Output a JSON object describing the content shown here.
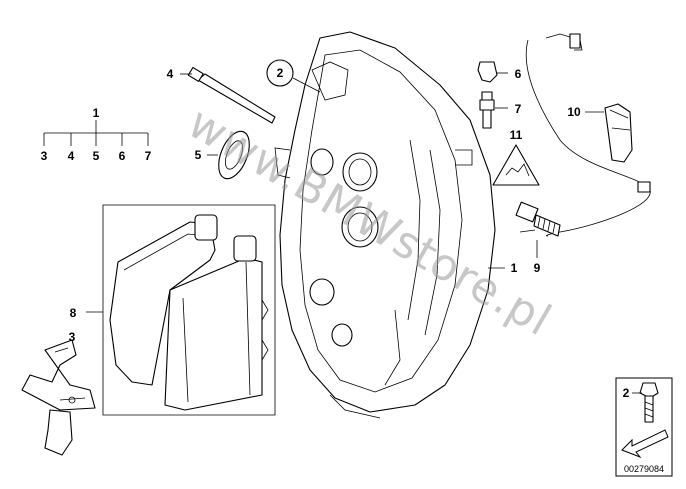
{
  "diagram": {
    "callouts": {
      "c1_top": "1",
      "c1_caliper": "1",
      "c2": "2",
      "c2_bolt": "2",
      "c3": "3",
      "c3_clip": "3",
      "c4": "4",
      "c4_row": "4",
      "c5": "5",
      "c5_row": "5",
      "c6": "6",
      "c6_row": "6",
      "c7": "7",
      "c7_row": "7",
      "c8": "8",
      "c9": "9",
      "c10": "10",
      "c11": "11"
    },
    "watermark": "www.BMWstore.pl",
    "diagram_number": "00279084",
    "colors": {
      "line": "#000000",
      "background": "#ffffff",
      "watermark": "#9a9a9a"
    }
  }
}
